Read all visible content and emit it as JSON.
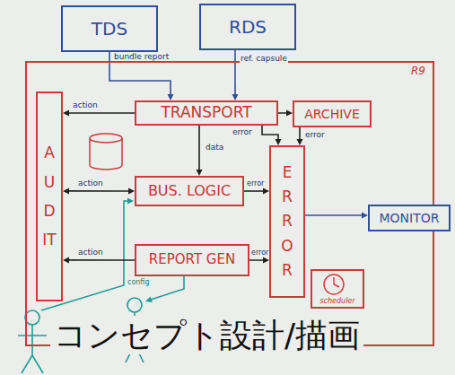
{
  "diagram": {
    "caption": "コンセプト設計/描画",
    "nodes": [
      {
        "text": [
          "TDS"
        ]
      },
      {
        "text": [
          "RDS"
        ]
      },
      {
        "text": [
          "R9"
        ]
      },
      {
        "text": [
          "TRANSPORT"
        ],
        "in": 2
      },
      {
        "text": [
          "ARCHIVE"
        ],
        "in": 2
      },
      {
        "text": [
          "AUDIT"
        ],
        "in": 2
      },
      {
        "text": [
          "BUS. LOGIC"
        ],
        "in": 2
      },
      {
        "text": [
          "ERROR"
        ],
        "in": 2
      },
      {
        "text": [
          "REPORT GEN"
        ],
        "in": 2
      },
      {
        "text": [
          "scheduler"
        ],
        "in": 2
      },
      {
        "text": [
          "MONITOR"
        ]
      }
    ],
    "edges": [
      {
        "from": 0,
        "to": 3,
        "label": "bundle report",
        "arrow": "to"
      },
      {
        "from": 1,
        "to": 3,
        "label": "ref. capsule",
        "arrow": "to"
      },
      {
        "from": 3,
        "to": 4,
        "arrow": "to"
      },
      {
        "from": 3,
        "to": 6,
        "label": "data",
        "arrow": "to"
      },
      {
        "from": 3,
        "to": 7,
        "label": "error",
        "arrow": "to"
      },
      {
        "from": 4,
        "to": 7,
        "label": "error",
        "arrow": "to"
      },
      {
        "from": 6,
        "to": 7,
        "label": "error",
        "arrow": "to"
      },
      {
        "from": 8,
        "to": 7,
        "label": "error",
        "arrow": "to"
      },
      {
        "from": 7,
        "to": 10,
        "arrow": "to"
      },
      {
        "from": 3,
        "to": 5,
        "label": "action",
        "arrow": "to"
      },
      {
        "from": 6,
        "to": 5,
        "label": "action",
        "arrow": "both"
      },
      {
        "from": 8,
        "to": 5,
        "label": "action",
        "arrow": "to"
      }
    ],
    "labels": [
      "config"
    ]
  }
}
